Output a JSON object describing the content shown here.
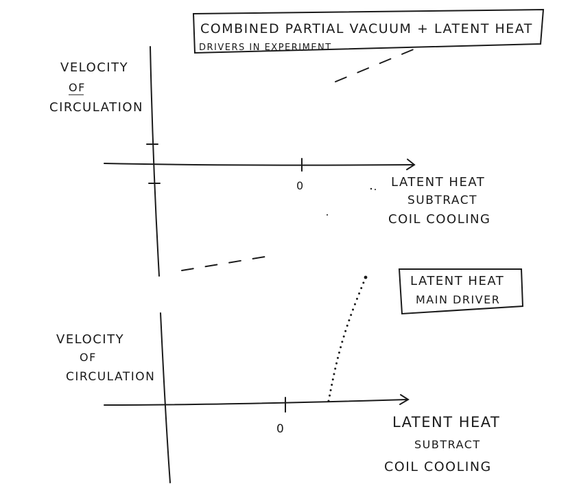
{
  "chart_data": [
    {
      "type": "line",
      "title": "COMBINED PARTIAL VACUUM + LATENT HEAT DRIVERS IN EXPERIMENT",
      "title_lines": [
        "COMBINED PARTIAL VACUUM + LATENT HEAT",
        "DRIVERS IN EXPERIMENT"
      ],
      "ylabel": "VELOCITY OF CIRCULATION",
      "ylabel_lines": [
        "VELOCITY",
        "OF",
        "CIRCULATION"
      ],
      "xlabel": "LATENT HEAT SUBTRACT COIL COOLING",
      "xlabel_lines": [
        "LATENT HEAT",
        "SUBTRACT",
        "COIL COOLING"
      ],
      "x_tick_labels": [
        "0"
      ],
      "series": [
        {
          "style": "dashed",
          "x": [
            -2.5,
            -0.6
          ],
          "y": [
            -1.4,
            -1.2
          ]
        },
        {
          "style": "dashed",
          "x": [
            0.7,
            2.6
          ],
          "y": [
            1.1,
            1.6
          ]
        }
      ],
      "grid": false,
      "color": "#1a1a1a"
    },
    {
      "type": "scatter",
      "title": "LATENT HEAT MAIN DRIVER",
      "title_lines": [
        "LATENT HEAT",
        "MAIN DRIVER"
      ],
      "ylabel": "VELOCITY OF CIRCULATION",
      "ylabel_lines": [
        "VELOCITY",
        "OF",
        "CIRCULATION"
      ],
      "xlabel": "LATENT HEAT SUBTRACT COIL COOLING",
      "xlabel_lines": [
        "LATENT HEAT",
        "SUBTRACT",
        "COIL COOLING"
      ],
      "x_tick_labels": [
        "0"
      ],
      "series": [
        {
          "style": "dotted",
          "x": [
            0.7,
            1.3
          ],
          "y": [
            0.0,
            1.8
          ]
        }
      ],
      "grid": false,
      "color": "#1a1a1a"
    }
  ]
}
